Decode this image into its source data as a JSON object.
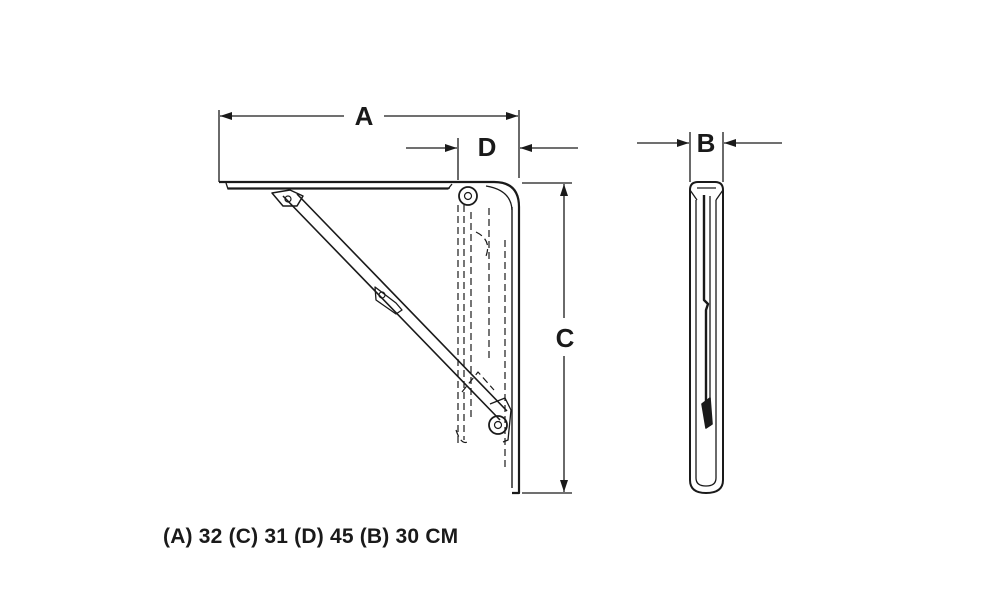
{
  "labels": {
    "a": "A",
    "b": "B",
    "c": "C",
    "d": "D"
  },
  "caption": "(A) 32 (C) 31 (D) 45 (B) 30 CM",
  "colors": {
    "ink": "#1a1a1a",
    "paper": "#ffffff"
  }
}
